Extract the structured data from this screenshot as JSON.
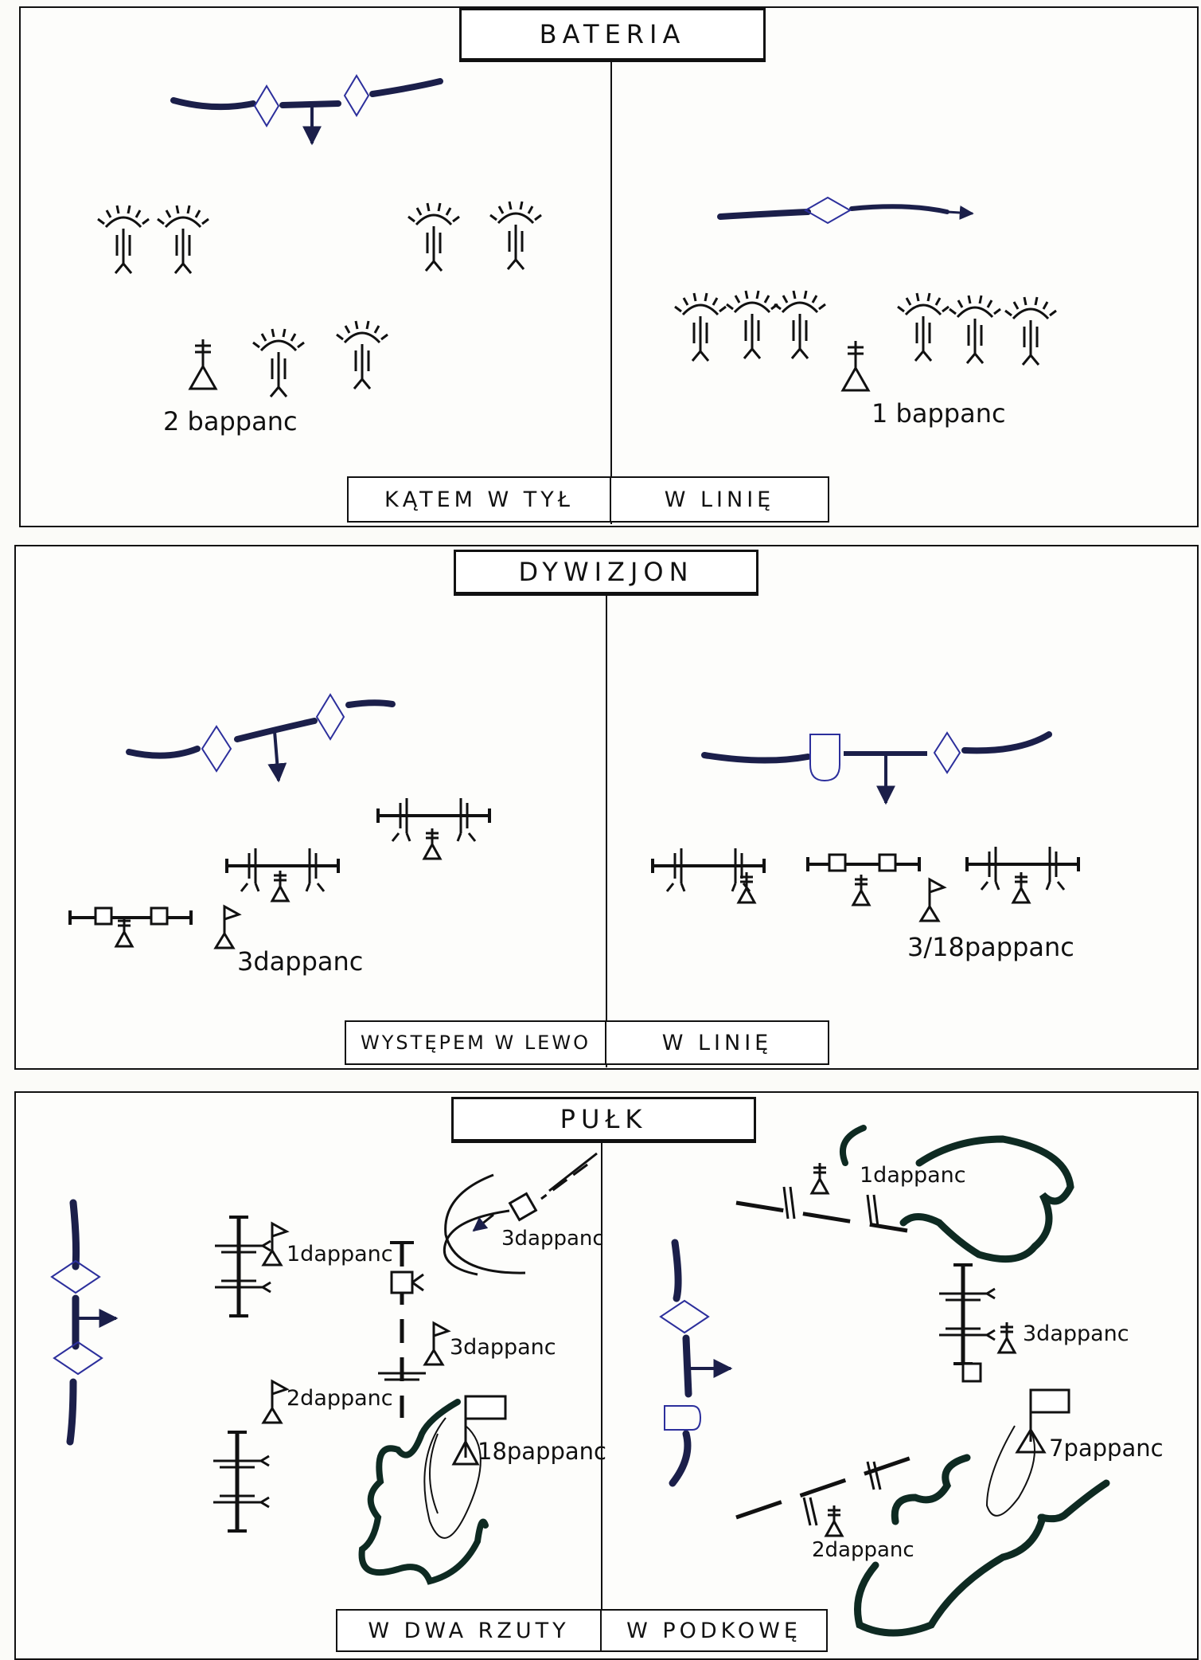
{
  "sections": [
    {
      "title": "BATERIA",
      "captions": [
        "KĄTEM W TYŁ",
        "W LINIĘ"
      ],
      "labels": [
        "2 bappanc",
        "1 bappanc"
      ]
    },
    {
      "title": "DYWIZJON",
      "captions": [
        "WYSTĘPEM W LEWO",
        "W LINIĘ"
      ],
      "labels": [
        "3dappanc",
        "3/18pappanc"
      ]
    },
    {
      "title": "PUŁK",
      "captions": [
        "W DWA RZUTY",
        "W PODKOWĘ"
      ],
      "labels": [
        "1dappanc",
        "3dappanc",
        "3dappanc",
        "2dappanc",
        "18pappanc",
        "1dappanc",
        "3dappanc",
        "7pappanc",
        "2dappanc"
      ]
    }
  ],
  "colors": {
    "line": "#1b1f4a",
    "outline": "#2c2f9c",
    "ink": "#111111",
    "terrain": "#0e2a22"
  }
}
